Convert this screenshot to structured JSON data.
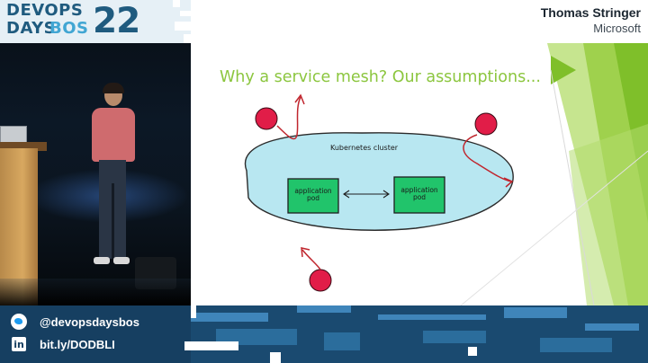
{
  "event": {
    "logo_line1": "DEVOPS",
    "logo_line2_a": "DAYS",
    "logo_line2_b": "BOS",
    "logo_year": "22"
  },
  "speaker": {
    "name": "Thomas Stringer",
    "organization": "Microsoft"
  },
  "slide": {
    "title": "Why a service mesh? Our assumptions...",
    "cluster_label": "Kubernetes cluster",
    "pods": [
      {
        "label_line1": "application",
        "label_line2": "pod"
      },
      {
        "label_line1": "application",
        "label_line2": "pod"
      }
    ]
  },
  "footer": {
    "twitter_handle": "@devopsdaysbos",
    "link": "bit.ly/DODBLI",
    "icons": [
      "twitter-icon",
      "linkedin-icon"
    ]
  },
  "colors": {
    "brand_dark_blue": "#163f61",
    "slide_title_green": "#8cc63f",
    "cluster_fill": "#b8e7f1",
    "pod_fill": "#21c46b",
    "external_dot": "#e11d48",
    "arrow_red": "#c0262e"
  }
}
